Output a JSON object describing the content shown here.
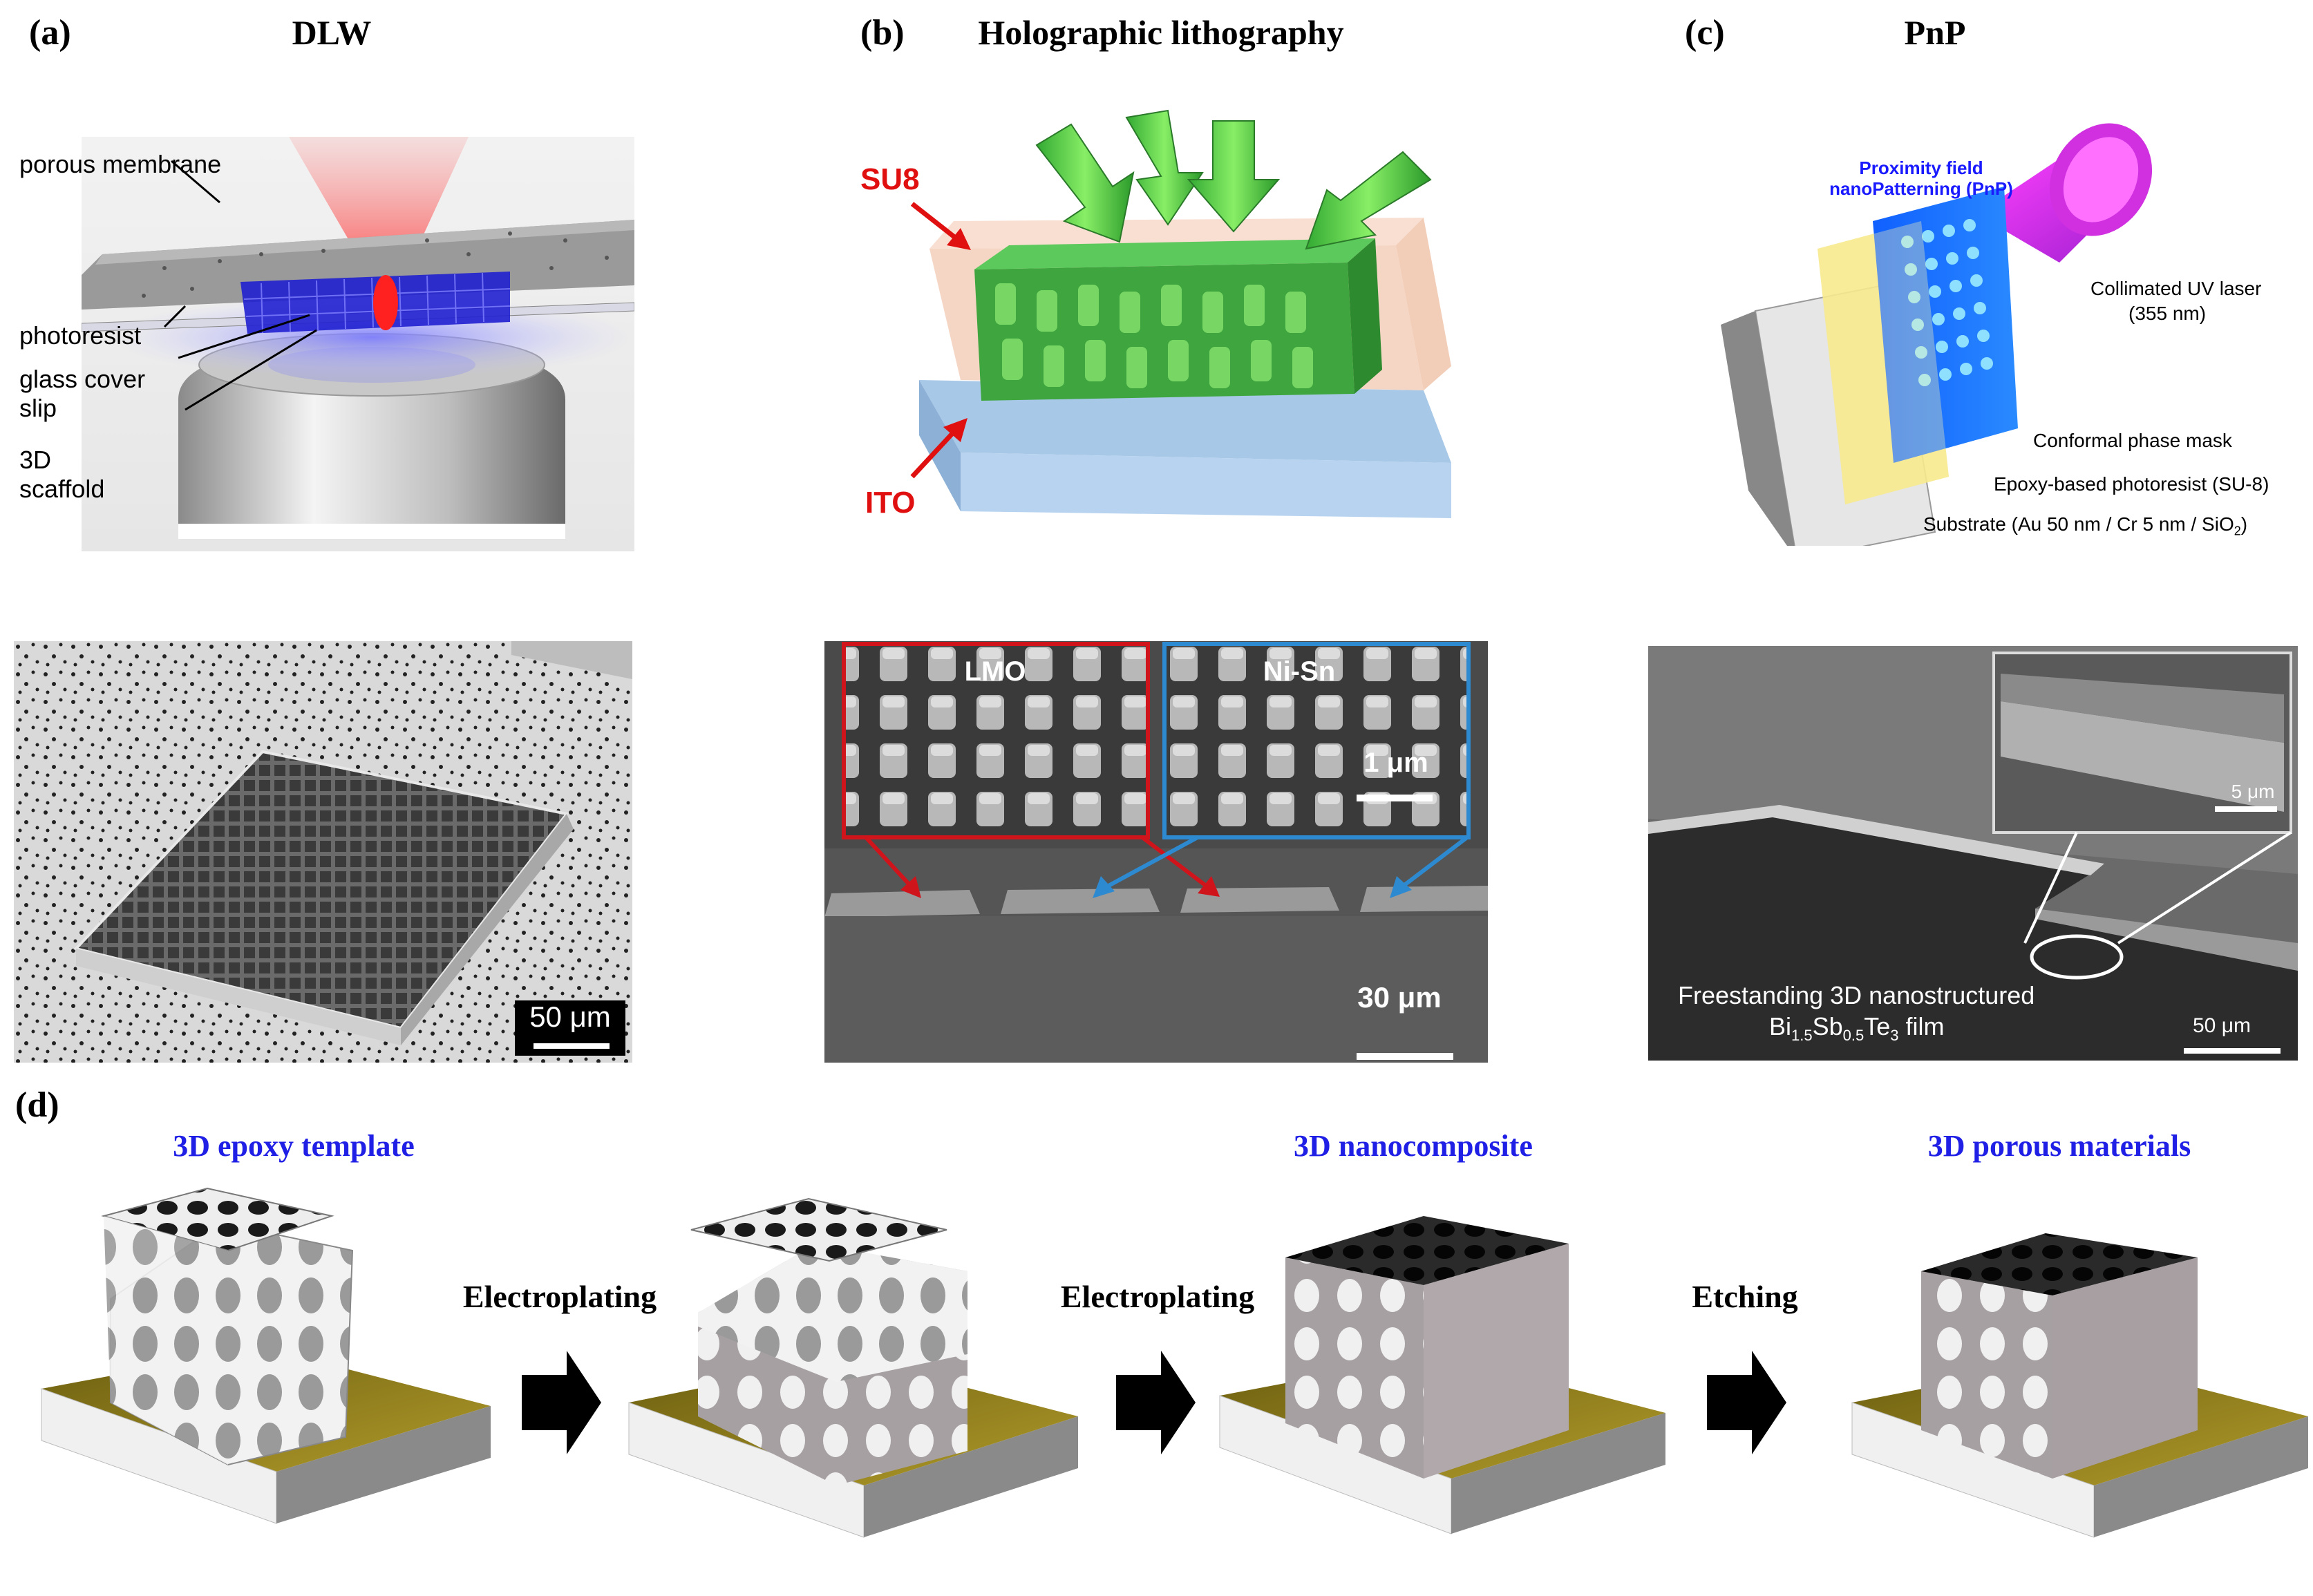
{
  "panels": {
    "a": {
      "label": "(a)",
      "title": "DLW",
      "callouts": [
        "porous membrane",
        "photoresist",
        "glass cover slip",
        "3D scaffold"
      ],
      "scalebar": "50 μm"
    },
    "b": {
      "label": "(b)",
      "title": "Holographic lithography",
      "su8": "SU8",
      "ito": "ITO",
      "inset_left": "LMO",
      "inset_right": "Ni-Sn",
      "inset_scalebar": "1 μm",
      "scalebar": "30 μm"
    },
    "c": {
      "label": "(c)",
      "title": "PnP",
      "pnp_line1": "Proximity field",
      "pnp_line2": "nanoPatterning (PnP)",
      "laser_line1": "Collimated  UV laser",
      "laser_line2": "(355 nm)",
      "mask": "Conformal phase mask",
      "photoresist": "Epoxy-based photoresist (SU-8)",
      "substrate": "Substrate (Au 50 nm / Cr 5 nm / SiO",
      "substrate_sub": "2",
      "substrate_end": ")",
      "inset_scalebar": "5 μm",
      "film_line1": "Freestanding 3D nanostructured",
      "film_bi": "Bi",
      "film_bi_sub": "1.5",
      "film_sb": "Sb",
      "film_sb_sub": "0.5",
      "film_te": "Te",
      "film_te_sub": "3",
      "film_end": " film",
      "scalebar": "50 μm"
    },
    "d": {
      "label": "(d)",
      "stage_titles": [
        "3D epoxy template",
        "3D nanocomposite",
        "3D porous materials"
      ],
      "steps": [
        "Electroplating",
        "Electroplating",
        "Etching"
      ]
    }
  },
  "colors": {
    "title_blue": "#1f1fe6",
    "su8_red": "#e01010",
    "lmo_border": "#d0141c",
    "nisn_border": "#2e8ad0",
    "substrate_gold": "#8a7a1e",
    "pnp_blue": "#1a1aff"
  }
}
